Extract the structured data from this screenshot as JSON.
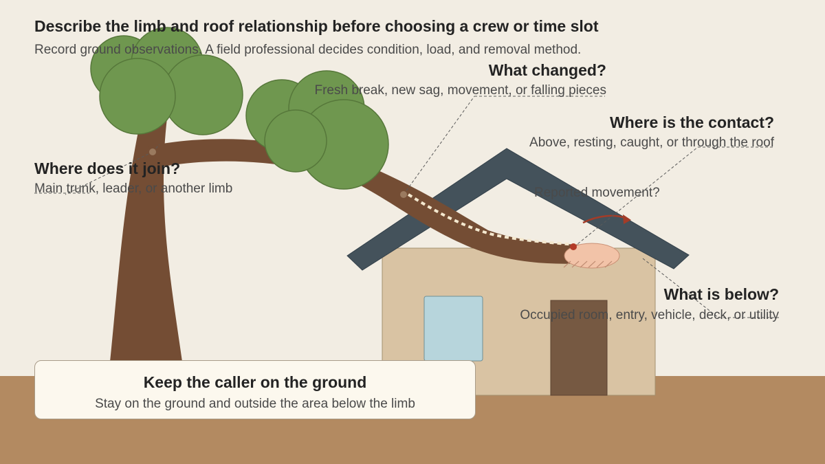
{
  "header": {
    "title": "Describe the limb and roof relationship before choosing a crew or time slot",
    "subtitle": "Record ground observations. A field professional decides condition, load, and removal method."
  },
  "labels": {
    "what_changed": {
      "title": "What changed?",
      "detail": "Fresh break, new sag, movement, or falling pieces"
    },
    "where_contact": {
      "title": "Where is the contact?",
      "detail": "Above, resting, caught, or through the roof"
    },
    "where_join": {
      "title": "Where does it join?",
      "detail": "Main trunk, leader, or another limb"
    },
    "movement": {
      "text": "Reported movement?"
    },
    "what_below": {
      "title": "What is below?",
      "detail": "Occupied room, entry, vehicle, deck, or utility"
    }
  },
  "callout": {
    "title": "Keep the caller on the ground",
    "detail": "Stay on the ground and outside the area below the limb"
  },
  "colors": {
    "background": "#f2ede3",
    "ground": "#b38a61",
    "trunk": "#744d34",
    "foliage": "#6f974f",
    "roof": "#44525b",
    "house": "#d9c3a3",
    "window": "#b7d5dc",
    "door": "#765942",
    "contact_zone": "#f2c3a8",
    "movement_arrow": "#a33c28"
  }
}
